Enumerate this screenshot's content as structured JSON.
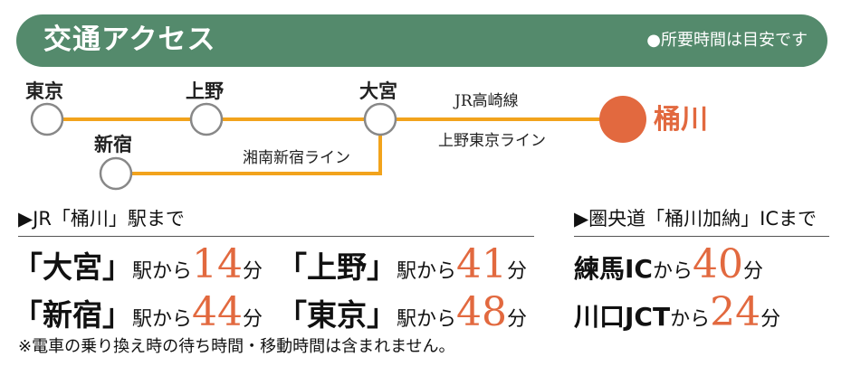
{
  "header": {
    "title": "交通アクセス",
    "note": "●所要時間は目安です"
  },
  "colors": {
    "header_bg": "#548a6c",
    "route_line": "#f2a31c",
    "destination": "#e2693f",
    "station_ring": "#888888"
  },
  "route_map": {
    "stations": {
      "tokyo": "東京",
      "ueno": "上野",
      "omiya": "大宮",
      "shinjuku": "新宿",
      "okegawa": "桶川"
    },
    "lines": {
      "jr_takasaki": "JR高崎線",
      "ueno_tokyo": "上野東京ライン",
      "shonan_shinjuku": "湘南新宿ライン"
    }
  },
  "train": {
    "heading": "▶JR「桶川」駅まで",
    "suffix": "駅から",
    "unit": "分",
    "items": [
      {
        "station": "「大宮」",
        "minutes": "14"
      },
      {
        "station": "「上野」",
        "minutes": "41"
      },
      {
        "station": "「新宿」",
        "minutes": "44"
      },
      {
        "station": "「東京」",
        "minutes": "48"
      }
    ]
  },
  "car": {
    "heading": "▶圏央道「桶川加納」ICまで",
    "suffix": "から",
    "unit": "分",
    "items": [
      {
        "name": "練馬IC",
        "minutes": "40"
      },
      {
        "name": "川口JCT",
        "minutes": "24"
      }
    ]
  },
  "footnote": "※電車の乗り換え時の待ち時間・移動時間は含まれません。"
}
